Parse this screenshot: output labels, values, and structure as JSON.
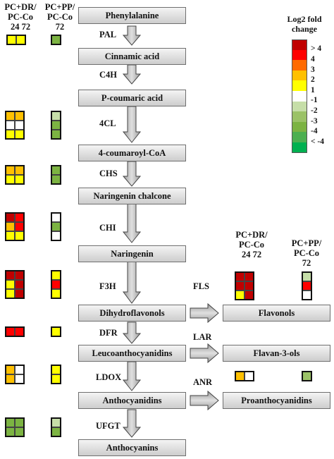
{
  "headers": {
    "left_col": {
      "line1": "PC+DR/",
      "line2": "PC-Co",
      "line3": "24 72"
    },
    "mid_col": {
      "line1": "PC+PP/",
      "line2": "PC-Co",
      "line3": "72"
    },
    "right_dr": {
      "line1": "PC+DR/",
      "line2": "PC-Co",
      "line3": "24 72"
    },
    "right_pp": {
      "line1": "PC+PP/",
      "line2": "PC-Co",
      "line3": "72"
    }
  },
  "metabolites": {
    "phenylalanine": "Phenylalanine",
    "cinnamic_acid": "Cinnamic acid",
    "p_coumaric_acid": "P-coumaric acid",
    "coumaroyl_coa": "4-coumaroyl-CoA",
    "naringenin_chalcone": "Naringenin chalcone",
    "naringenin": "Naringenin",
    "dihydroflavonols": "Dihydroflavonols",
    "leucoanthocyanidins": "Leucoanthocyanidins",
    "anthocyanidins": "Anthocyanidins",
    "anthocyanins": "Anthocyanins",
    "flavonols": "Flavonols",
    "flavan_3_ols": "Flavan-3-ols",
    "proanthocyanidins": "Proanthocyanidins"
  },
  "enzymes": {
    "pal": "PAL",
    "c4h": "C4H",
    "cl4": "4CL",
    "chs": "CHS",
    "chi": "CHI",
    "f3h": "F3H",
    "dfr": "DFR",
    "ldox": "LDOX",
    "ufgt": "UFGT",
    "fls": "FLS",
    "lar": "LAR",
    "anr": "ANR"
  },
  "legend": {
    "title_line1": "Log2 fold",
    "title_line2": "change",
    "colors": [
      "#c00000",
      "#ff0000",
      "#ff6a00",
      "#ffc000",
      "#ffff00",
      "#ffffff",
      "#c6dea8",
      "#9bc267",
      "#7cb342",
      "#4caf50",
      "#00b050"
    ],
    "labels": [
      "> 4",
      "4",
      "3",
      "2",
      "1",
      "-1",
      "-2",
      "-3",
      "-4",
      "< -4"
    ]
  }
}
